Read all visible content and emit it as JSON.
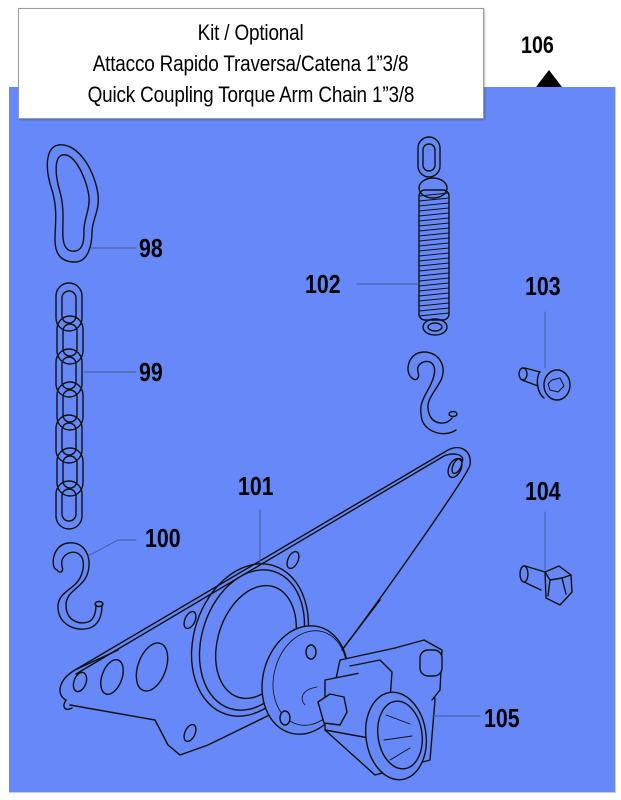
{
  "header": {
    "title_lines": [
      "Kit / Optional",
      "Attacco Rapido Traversa/Catena 1”3/8",
      "Quick Coupling Torque Arm Chain 1”3/8"
    ],
    "kit_number": "106"
  },
  "colors": {
    "panel_background": "#6688f8",
    "line_art": "#111111",
    "leader_line": "#4a5699"
  },
  "parts": [
    {
      "number": "98",
      "shape": "chain-link-icon"
    },
    {
      "number": "99",
      "shape": "chain-icon"
    },
    {
      "number": "100",
      "shape": "s-hook-icon"
    },
    {
      "number": "101",
      "shape": "torque-arm-bracket-icon"
    },
    {
      "number": "102",
      "shape": "extension-spring-icon"
    },
    {
      "number": "103",
      "shape": "socket-head-screw-icon"
    },
    {
      "number": "104",
      "shape": "hex-bolt-icon"
    },
    {
      "number": "105",
      "shape": "splined-coupling-icon"
    }
  ]
}
